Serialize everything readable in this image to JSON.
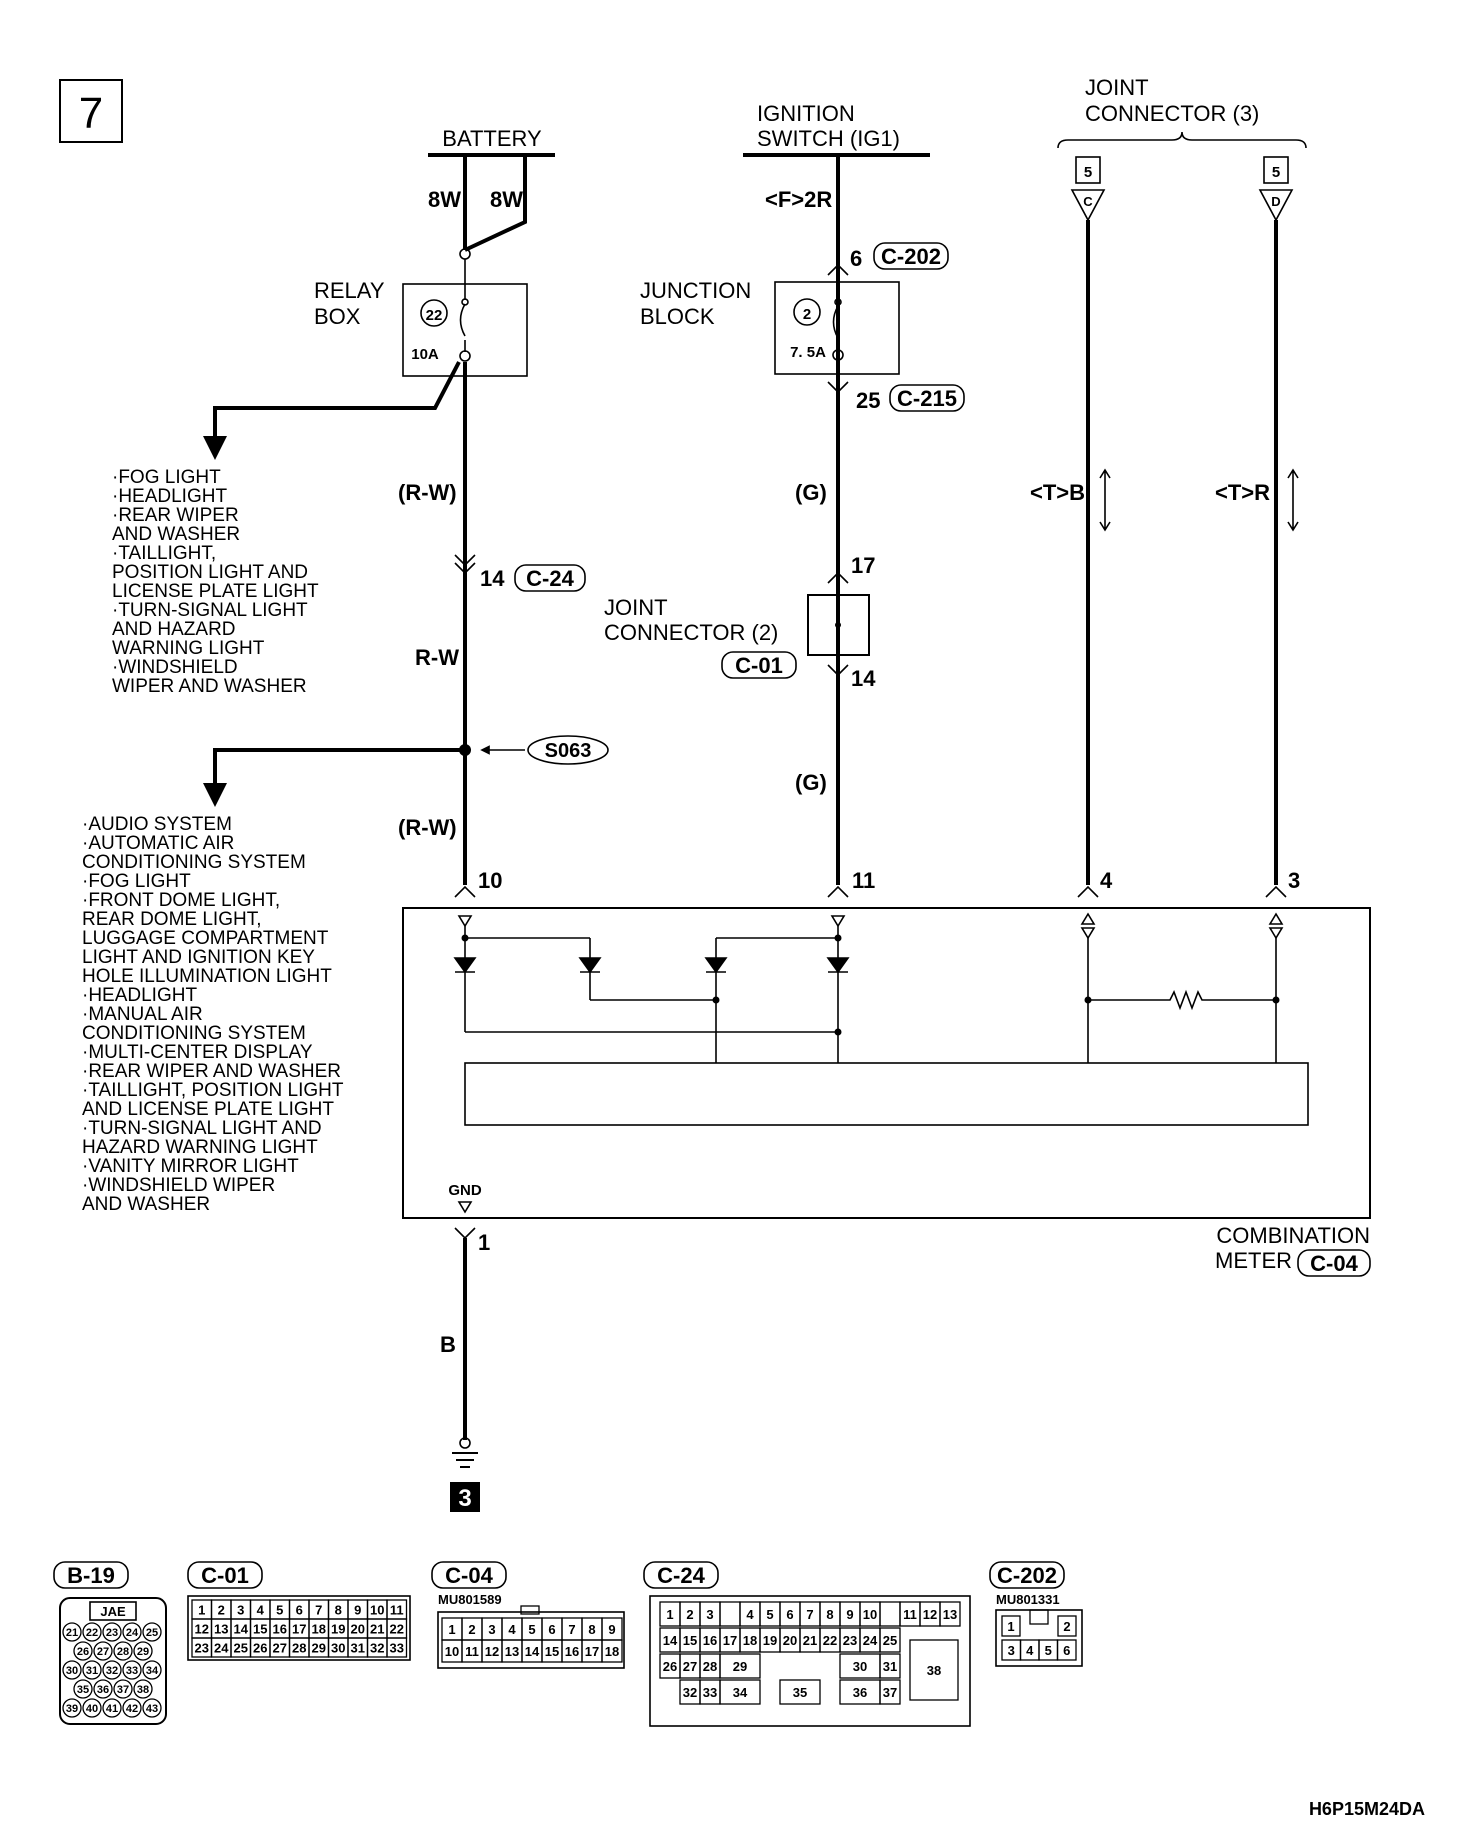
{
  "page_number": "7",
  "diagram_code": "H6P15M24DA",
  "ground_number": "3",
  "sources": {
    "battery": "BATTERY",
    "ignition_switch_line1": "IGNITION",
    "ignition_switch_line2": "SWITCH (IG1)",
    "joint_connector3_line1": "JOINT",
    "joint_connector3_line2": "CONNECTOR (3)"
  },
  "wires": {
    "battery_left": "8W",
    "battery_right": "8W",
    "relay_out": "(R-W)",
    "after_c24": "R-W",
    "after_splice": "(R-W)",
    "ign_in": "<F>2R",
    "jb_out": "(G)",
    "jc2_out": "(G)",
    "jc3_c": "<T>B",
    "jc3_d": "<T>R",
    "ground": "B"
  },
  "relay_box": {
    "line1": "RELAY",
    "line2": "BOX",
    "fuse_no": "22",
    "rating": "10A"
  },
  "junction_block": {
    "line1": "JUNCTION",
    "line2": "BLOCK",
    "fuse_no": "2",
    "rating": "7. 5A"
  },
  "joint_connector2": {
    "line1": "JOINT",
    "line2": "CONNECTOR (2)",
    "code": "C-01",
    "pin_in": "17",
    "pin_out": "14"
  },
  "jc3_terminals": {
    "c_num": "5",
    "c_letter": "C",
    "d_num": "5",
    "d_letter": "D"
  },
  "pins": {
    "c202_pin": "6",
    "c202_code": "C-202",
    "c215_pin": "25",
    "c215_code": "C-215",
    "c24_pin": "14",
    "c24_code": "C-24",
    "meter_10": "10",
    "meter_11": "11",
    "meter_4": "4",
    "meter_3": "3",
    "gnd_pin": "1",
    "gnd_label": "GND"
  },
  "splice": "S063",
  "combination_meter": {
    "line1": "COMBINATION",
    "line2": "METER",
    "code": "C-04"
  },
  "relay_loads": [
    "·FOG LIGHT",
    "·HEADLIGHT",
    "·REAR WIPER",
    " AND WASHER",
    "·TAILLIGHT,",
    " POSITION LIGHT AND",
    " LICENSE PLATE LIGHT",
    "·TURN-SIGNAL LIGHT",
    " AND HAZARD",
    " WARNING LIGHT",
    "·WINDSHIELD",
    " WIPER AND WASHER"
  ],
  "splice_loads": [
    "·AUDIO SYSTEM",
    "·AUTOMATIC AIR",
    " CONDITIONING SYSTEM",
    "·FOG LIGHT",
    "·FRONT DOME LIGHT,",
    " REAR DOME LIGHT,",
    " LUGGAGE COMPARTMENT",
    " LIGHT AND IGNITION KEY",
    " HOLE ILLUMINATION LIGHT",
    "·HEADLIGHT",
    "·MANUAL AIR",
    " CONDITIONING SYSTEM",
    "·MULTI-CENTER DISPLAY",
    "·REAR WIPER AND WASHER",
    "·TAILLIGHT, POSITION LIGHT",
    " AND LICENSE PLATE LIGHT",
    "·TURN-SIGNAL LIGHT AND",
    " HAZARD WARNING LIGHT",
    "·VANITY MIRROR LIGHT",
    "·WINDSHIELD WIPER",
    " AND WASHER"
  ],
  "connector_views": {
    "b19": {
      "code": "B-19",
      "maker": "JAE",
      "rows": [
        [
          "21",
          "22",
          "23",
          "24",
          "25"
        ],
        [
          "26",
          "27",
          "28",
          "29"
        ],
        [
          "30",
          "31",
          "32",
          "33",
          "34"
        ],
        [
          "35",
          "36",
          "37",
          "38"
        ],
        [
          "39",
          "40",
          "41",
          "42",
          "43"
        ]
      ]
    },
    "c01": {
      "code": "C-01",
      "rows": [
        [
          "1",
          "2",
          "3",
          "4",
          "5",
          "6",
          "7",
          "8",
          "9",
          "10",
          "11"
        ],
        [
          "12",
          "13",
          "14",
          "15",
          "16",
          "17",
          "18",
          "19",
          "20",
          "21",
          "22"
        ],
        [
          "23",
          "24",
          "25",
          "26",
          "27",
          "28",
          "29",
          "30",
          "31",
          "32",
          "33"
        ]
      ]
    },
    "c04": {
      "code": "C-04",
      "part": "MU801589",
      "rows": [
        [
          "1",
          "2",
          "3",
          "4",
          "5",
          "6",
          "7",
          "8",
          "9"
        ],
        [
          "10",
          "11",
          "12",
          "13",
          "14",
          "15",
          "16",
          "17",
          "18"
        ]
      ]
    },
    "c24": {
      "code": "C-24",
      "row1a": [
        "1",
        "2",
        "3"
      ],
      "row1b": [
        "4",
        "5",
        "6",
        "7",
        "8",
        "9",
        "10"
      ],
      "row1c": [
        "11",
        "12",
        "13"
      ],
      "row2": [
        "14",
        "15",
        "16",
        "17",
        "18",
        "19",
        "20",
        "21",
        "22",
        "23",
        "24",
        "25"
      ],
      "row3a": [
        "26",
        "27",
        "28"
      ],
      "row3b": [
        "29",
        "30",
        "31"
      ],
      "row4a": [
        "32",
        "33"
      ],
      "row4b": [
        "34",
        "35",
        "36",
        "37"
      ],
      "big": "38"
    },
    "c202": {
      "code": "C-202",
      "part": "MU801331",
      "rows": [
        [
          "1",
          "",
          "2"
        ],
        [
          "3",
          "4",
          "5",
          "6"
        ]
      ]
    }
  }
}
